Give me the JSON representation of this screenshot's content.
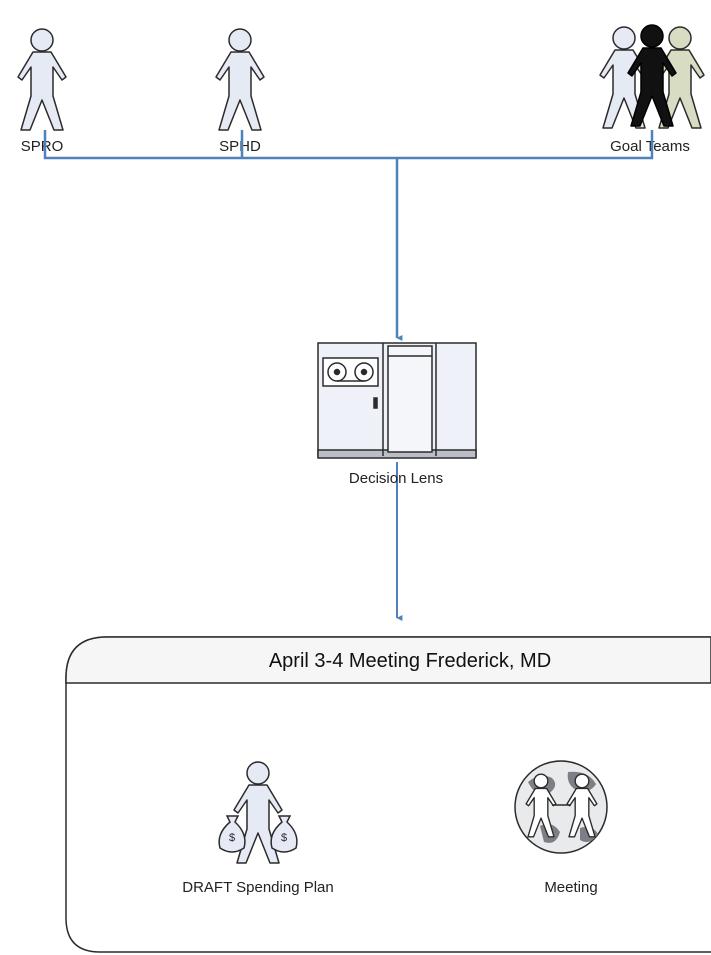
{
  "nodes": {
    "spro": {
      "label": "SPRO",
      "icon": "person-icon"
    },
    "sphd": {
      "label": "SPHD",
      "icon": "person-icon"
    },
    "goal_teams": {
      "label": "Goal Teams",
      "icon": "group-icon"
    },
    "decision_lens": {
      "label": "Decision Lens",
      "icon": "mainframe-icon"
    },
    "spending_plan": {
      "label": "DRAFT Spending Plan",
      "icon": "person-money-bags-icon"
    },
    "meeting": {
      "label": "Meeting",
      "icon": "globe-handshake-icon"
    }
  },
  "container": {
    "title": "April 3-4 Meeting Frederick, MD"
  },
  "colors": {
    "connector": "#4f81bd",
    "figure_fill": "#e6eaf4",
    "figure_stroke": "#2b2b2b",
    "group_back": "#d8dcc3",
    "group_front": "#111111",
    "container_header": "#f6f6f6"
  }
}
